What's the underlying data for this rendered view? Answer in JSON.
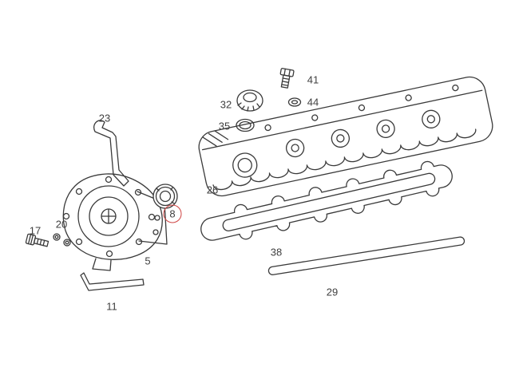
{
  "diagram": {
    "kind": "exploded-parts-diagram",
    "subject": "engine valve cover assembly",
    "colors": {
      "line": "#3a3a3a",
      "label": "#3f3f3f",
      "accent": "#cf4342"
    },
    "highlighted_part": "8",
    "parts": [
      {
        "label": "41",
        "part": "bolt"
      },
      {
        "label": "32",
        "part": "oil-filler-cap"
      },
      {
        "label": "44",
        "part": "washer"
      },
      {
        "label": "35",
        "part": "seal-ring"
      },
      {
        "label": "23",
        "part": "bracket"
      },
      {
        "label": "26",
        "part": "valve-cover"
      },
      {
        "label": "8",
        "part": "bushing",
        "highlighted": true
      },
      {
        "label": "17",
        "part": "bolt"
      },
      {
        "label": "20",
        "part": "nuts"
      },
      {
        "label": "5",
        "part": "cover-housing"
      },
      {
        "label": "38",
        "part": "valve-cover-gasket"
      },
      {
        "label": "11",
        "part": "rod"
      },
      {
        "label": "29",
        "part": "gasket"
      }
    ]
  }
}
